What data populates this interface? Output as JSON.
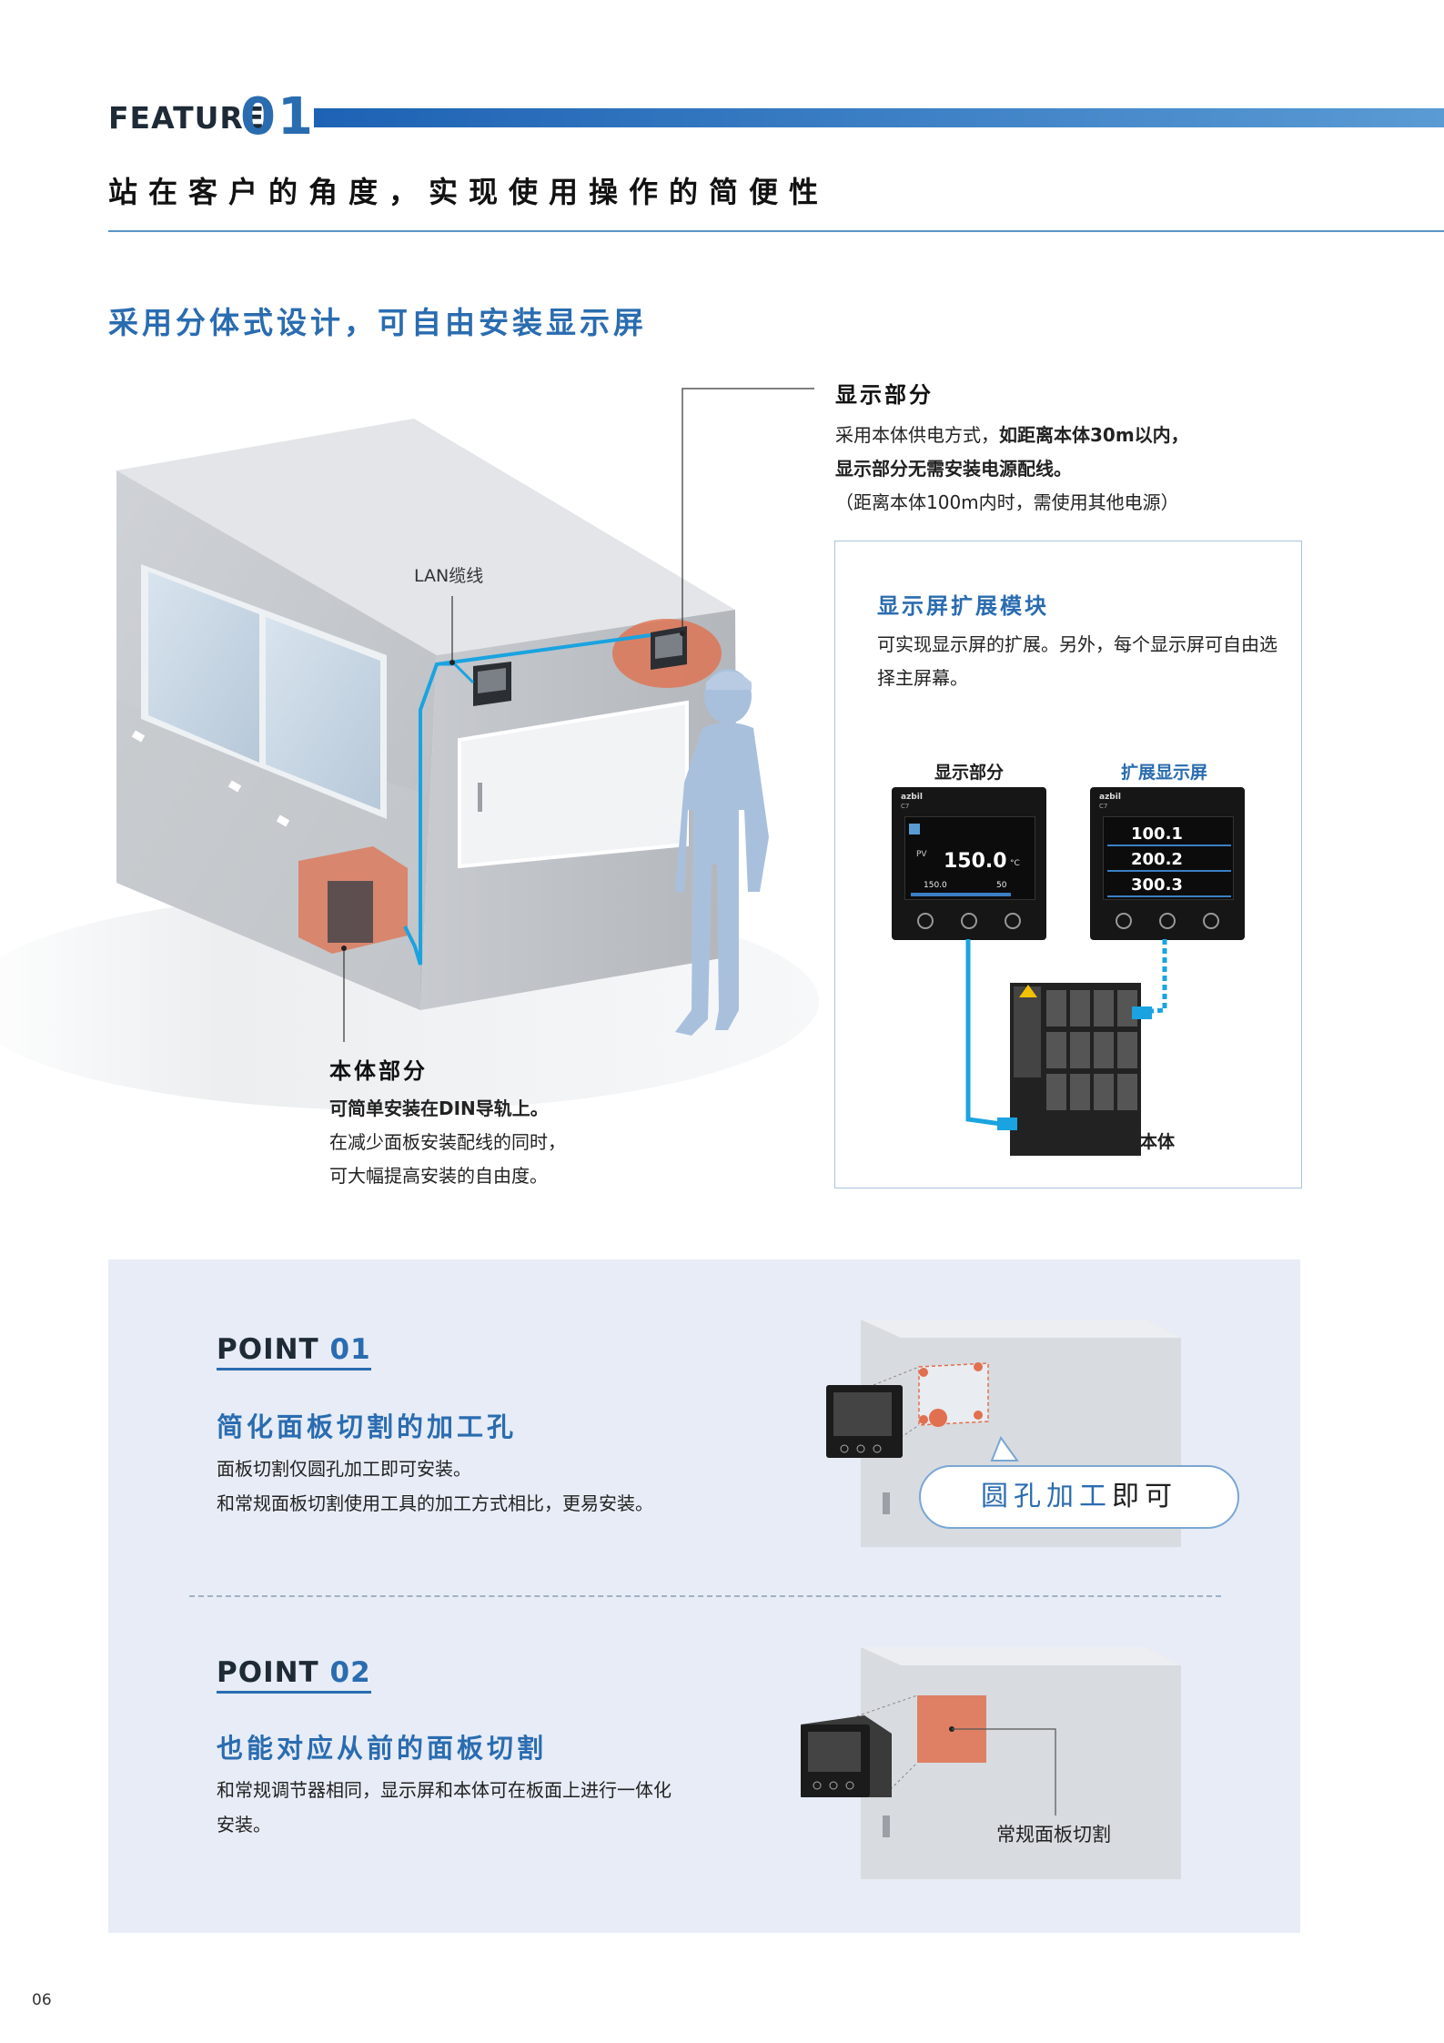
{
  "header": {
    "feature_label": "FEATURE",
    "feature_number": "01",
    "title": "站在客户的角度，实现使用操作的简便性"
  },
  "section": {
    "title": "采用分体式设计，可自由安装显示屏",
    "lan_label": "LAN缆线"
  },
  "display_part": {
    "title": "显示部分",
    "line1_prefix": "采用本体供电方式，",
    "line1_bold": "如距离本体30m以内，",
    "line2_bold": "显示部分无需安装电源配线。",
    "line3": "（距离本体100m内时，需使用其他电源）"
  },
  "body_part": {
    "title": "本体部分",
    "line1_bold": "可简单安装在DIN导轨上。",
    "line2": "在减少面板安装配线的同时，",
    "line3": "可大幅提高安装的自由度。"
  },
  "extension_module": {
    "title": "显示屏扩展模块",
    "text": "可实现显示屏的扩展。另外，每个显示屏可自由选择主屏幕。",
    "label_display": "显示部分",
    "label_extension": "扩展显示屏",
    "label_body": "本体",
    "display_pv_value": "150.0",
    "display_pv_label": "PV",
    "display_unit": "°C",
    "display_sp_value": "150.0",
    "display_mv_value": "50",
    "ext_values": [
      "100.1",
      "200.2",
      "300.3"
    ],
    "brand": "azbil",
    "model": "C7"
  },
  "points": [
    {
      "tag": "POINT",
      "number": "01",
      "title": "简化面板切割的加工孔",
      "line1": "面板切割仅圆孔加工即可安装。",
      "line2": "和常规面板切割使用工具的加工方式相比，更易安装。",
      "bubble_highlight": "圆孔加工",
      "bubble_rest": "即可"
    },
    {
      "tag": "POINT",
      "number": "02",
      "title": "也能对应从前的面板切割",
      "line1": "和常规调节器相同，显示屏和本体可在板面上进行一体化",
      "line2": "安装。",
      "callout": "常规面板切割"
    }
  ],
  "footer": {
    "page_number": "06"
  },
  "colors": {
    "accent_blue": "#2a6cb0",
    "cable_blue": "#1aa3e0",
    "highlight_red": "#e0704f",
    "panel_bg": "#e7ecf6"
  }
}
